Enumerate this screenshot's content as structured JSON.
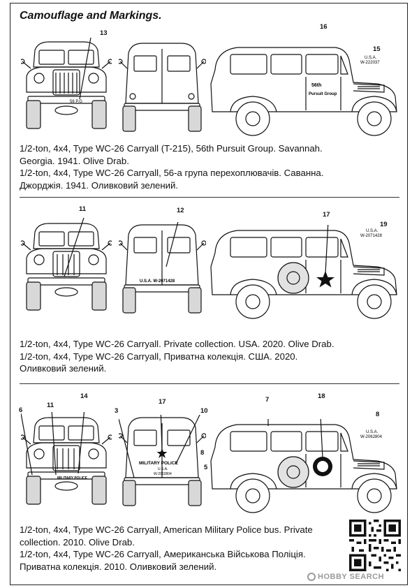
{
  "title": "Camouflage and Markings.",
  "sections": [
    {
      "callouts": [
        "13",
        "16",
        "15"
      ],
      "markings": {
        "rear_plate": "",
        "side_unit_line1": "56th",
        "side_unit_line2": "Pursuit Group",
        "bumper_usa": "U.S.A.",
        "bumper_number": "W-222037",
        "front_bumper": "56 P.G"
      },
      "caption_en": [
        "1/2-ton, 4x4, Type WC-26 Carryall (T-215), 56th Pursuit Group. Savannah.",
        "Georgia. 1941. Olive Drab."
      ],
      "caption_ua": [
        "1/2-ton, 4x4, Type WC-26 Carryall, 56-а група перехоплювачів. Саванна.",
        "Джорджія. 1941. Оливковий зелений."
      ]
    },
    {
      "callouts": [
        "11",
        "12",
        "17",
        "19"
      ],
      "markings": {
        "rear_plate": "U.S.A. W-2071428",
        "bumper_usa": "U.S.A.",
        "bumper_number": "W-2071428"
      },
      "caption_en": [
        "1/2-ton, 4x4, Type WC-26 Carryall. Private collection. USA. 2020. Olive Drab."
      ],
      "caption_ua": [
        "1/2-ton, 4x4, Type WC-26 Carryall, Приватна колекція. США. 2020.",
        "Оливковий зелений."
      ]
    },
    {
      "callouts": [
        "6",
        "11",
        "14",
        "3",
        "17",
        "10",
        "8",
        "5",
        "7",
        "18",
        "8"
      ],
      "markings": {
        "rear_text": "MILITARY POLICE",
        "rear_usa": "U.S.A.",
        "rear_number": "W-2062804",
        "front_bumper": "MILITARY POLICE",
        "bumper_usa": "U.S.A.",
        "bumper_number": "W-2062804"
      },
      "caption_en": [
        "1/2-ton, 4x4, Type WC-26 Carryall, American Military Police bus. Private",
        "collection. 2010. Olive Drab."
      ],
      "caption_ua": [
        "1/2-ton, 4x4, Type WC-26 Carryall, Американська Військова Поліція.",
        "Приватна колекція. 2010. Оливковий зелений."
      ]
    }
  ],
  "watermark": "HOBBY SEARCH"
}
